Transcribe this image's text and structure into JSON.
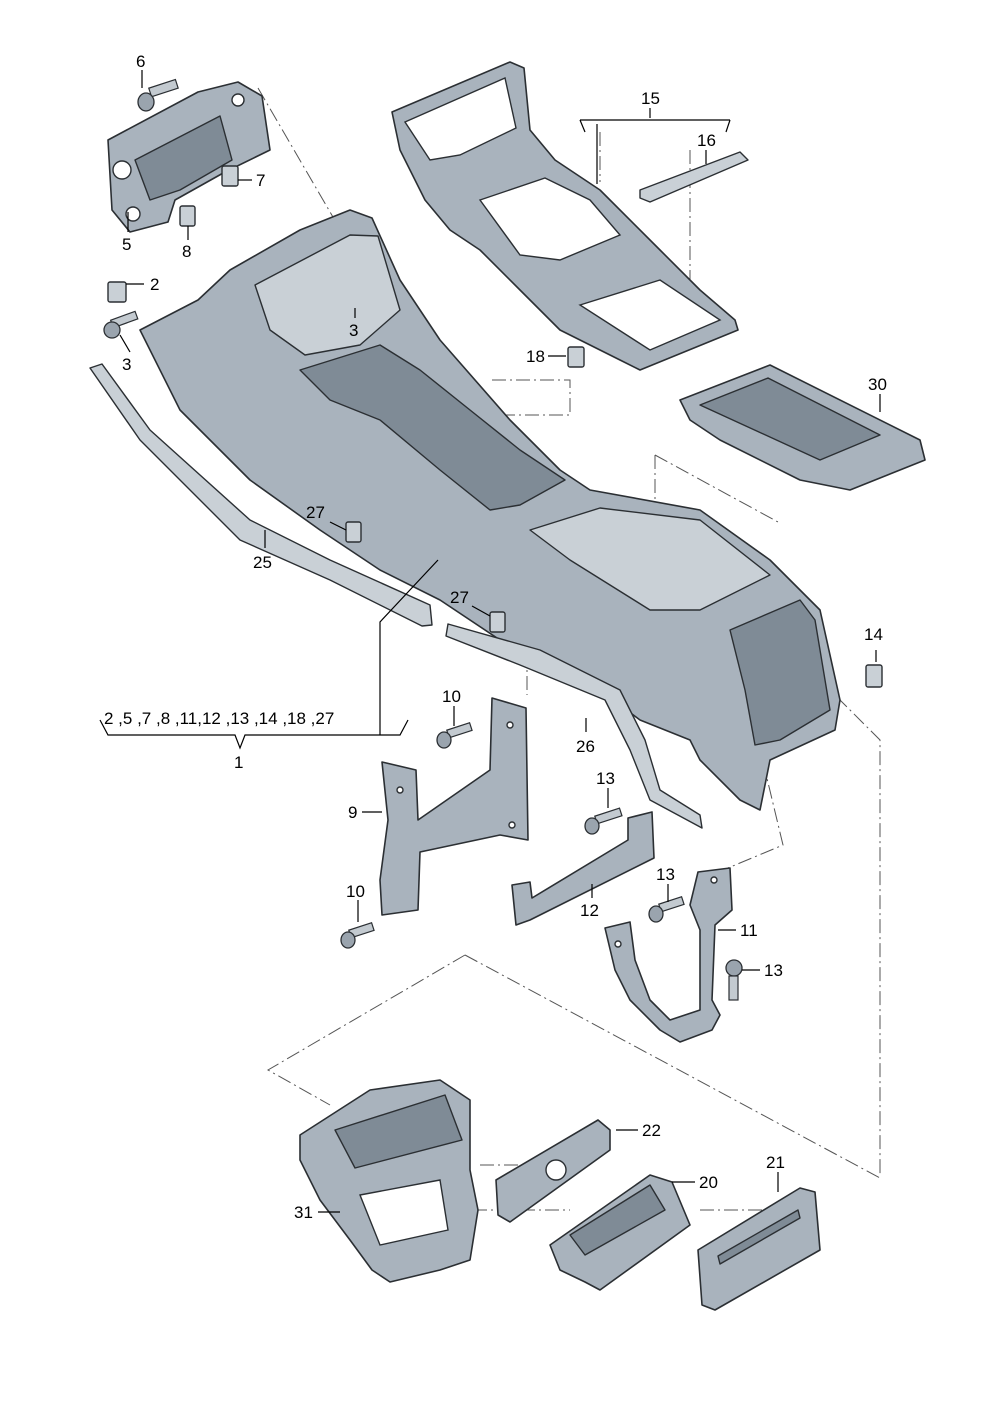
{
  "callouts": {
    "p1": "1",
    "p1_list": "2 ,5 ,7 ,8 ,11,12 ,13 ,14 ,18 ,27",
    "p2": "2",
    "p3a": "3",
    "p3b": "3",
    "p5": "5",
    "p6": "6",
    "p7": "7",
    "p8": "8",
    "p9": "9",
    "p10a": "10",
    "p10b": "10",
    "p11": "11",
    "p12": "12",
    "p13a": "13",
    "p13b": "13",
    "p13c": "13",
    "p14": "14",
    "p15": "15",
    "p16": "16",
    "p18": "18",
    "p20": "20",
    "p21": "21",
    "p22": "22",
    "p25": "25",
    "p26": "26",
    "p27a": "27",
    "p27b": "27",
    "p30": "30",
    "p31": "31"
  },
  "colors": {
    "part_fill": "#a9b3bd",
    "part_dark": "#7f8b96",
    "outline": "#2b2f33",
    "label": "#000000"
  }
}
